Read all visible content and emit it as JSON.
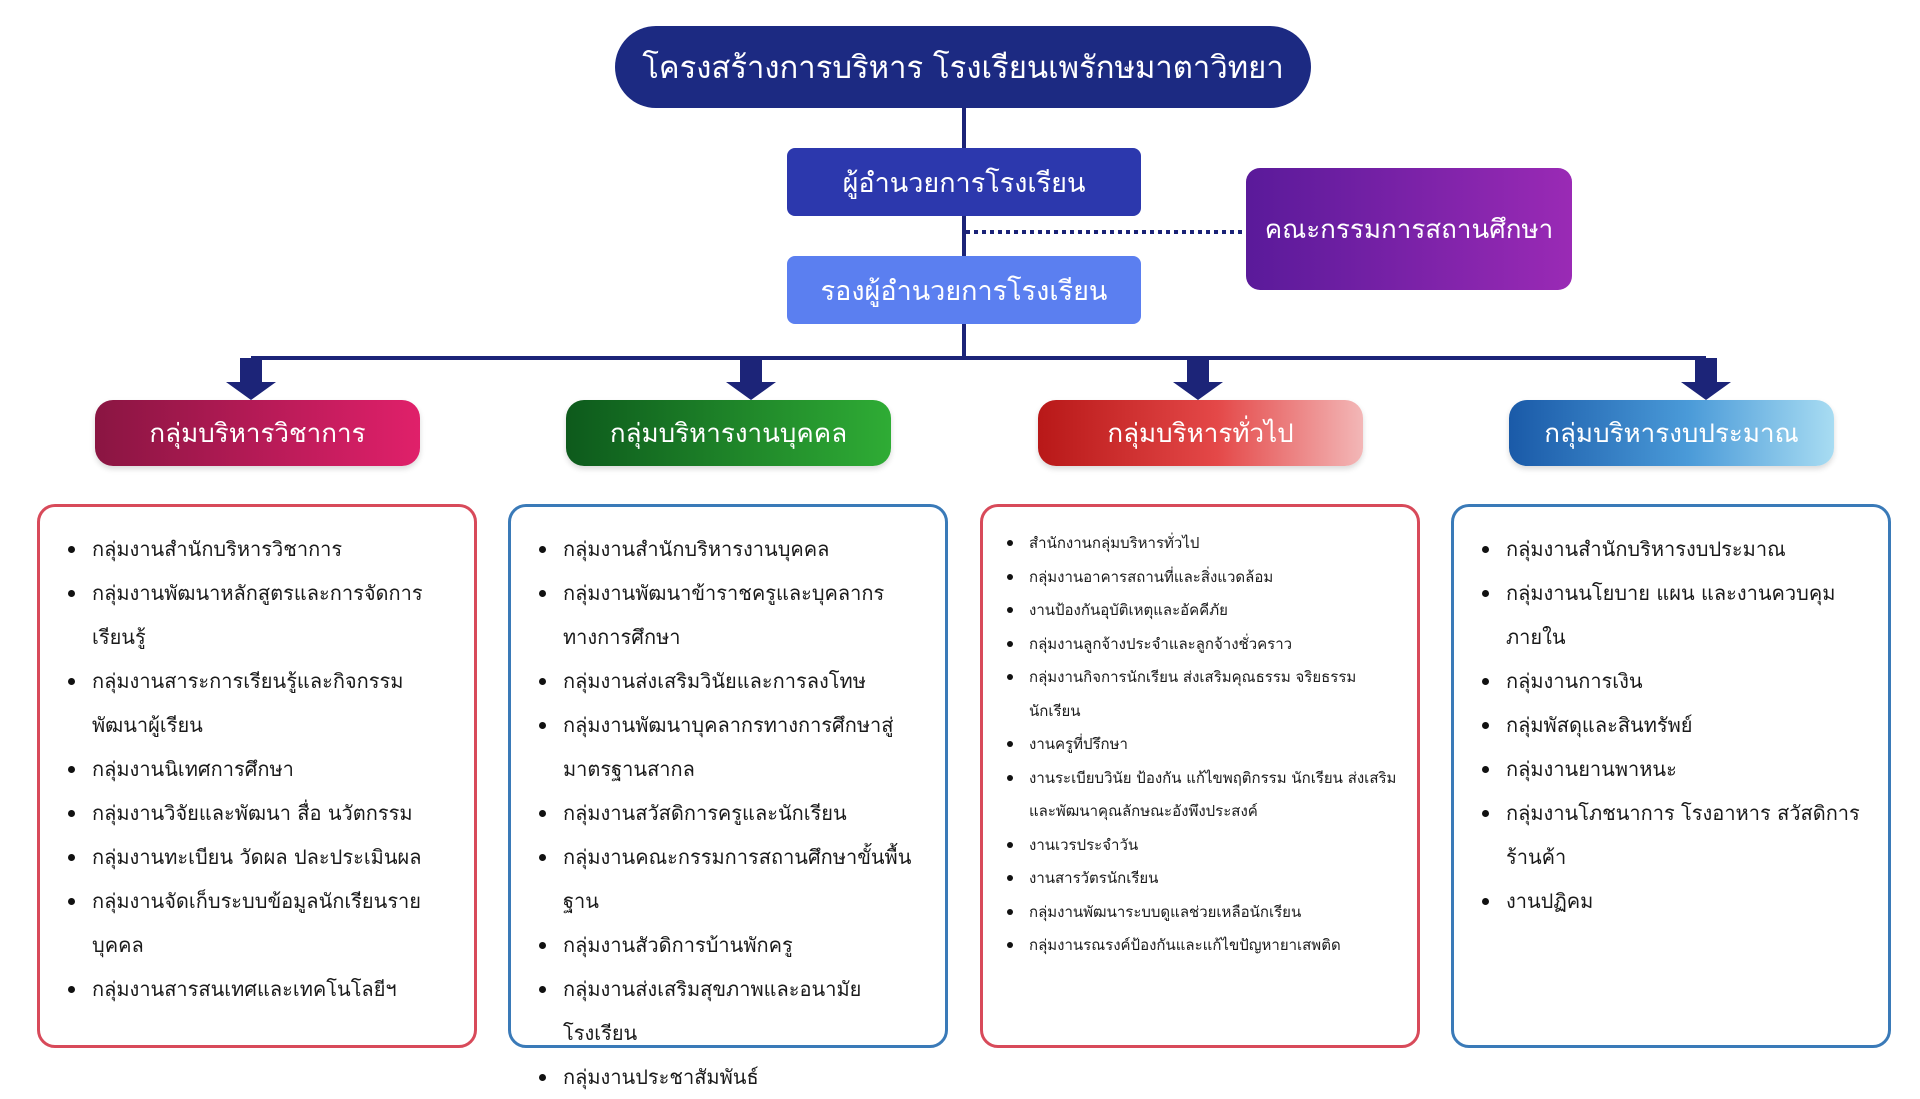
{
  "title": "โครงสร้างการบริหาร โรงเรียนเพรักษมาตาวิทยา",
  "director": "ผู้อำนวยการโรงเรียน",
  "deputy": "รองผู้อำนวยการโรงเรียน",
  "committee": "คณะกรรมการสถานศึกษา",
  "colors": {
    "title": "#1c2a82",
    "director": "#2c38ad",
    "deputy": "#5b7ff0",
    "committee": "#7a22a8",
    "connector": "#1c2478",
    "academic": "#c41c5c",
    "personnel": "#1f8a28",
    "general": "#d02a2a",
    "budget": "#2a78c4"
  },
  "groups": [
    {
      "label": "กลุ่มบริหารวิชาการ",
      "items": [
        "กลุ่มงานสำนักบริหารวิชาการ",
        "กลุ่มงานพัฒนาหลักสูตรและการจัดการเรียนรู้",
        "กลุ่มงานสาระการเรียนรู้และกิจกรรมพัฒนาผู้เรียน",
        "กลุ่มงานนิเทศการศึกษา",
        "กลุ่มงานวิจัยและพัฒนา สื่อ นวัตกรรม",
        "กลุ่มงานทะเบียน วัดผล ปละประเมินผล",
        "กลุ่มงานจัดเก็บระบบข้อมูลนักเรียนรายบุคคล",
        "กลุ่มงานสารสนเทศและเทคโนโลยีฯ"
      ]
    },
    {
      "label": "กลุ่มบริหารงานบุคคล",
      "items": [
        "กลุ่มงานสำนักบริหารงานบุคคล",
        "กลุ่มงานพัฒนาข้าราชครูและบุคลากรทางการศึกษา",
        "กลุ่มงานส่งเสริมวินัยและการลงโทษ",
        "กลุ่มงานพัฒนาบุคลากรทางการศึกษาสู่มาตรฐานสากล",
        "กลุ่มงานสวัสดิการครูและนักเรียน",
        "กลุ่มงานคณะกรรมการสถานศึกษาขั้นพื้นฐาน",
        "กลุ่มงานสัวดิการบ้านพักครู",
        "กลุ่มงานส่งเสริมสุขภาพและอนามัยโรงเรียน",
        "กลุ่มงานประชาสัมพันธ์"
      ]
    },
    {
      "label": "กลุ่มบริหารทั่วไป",
      "items": [
        "สำนักงานกลุ่มบริหารทั่วไป",
        "กลุ่มงานอาคารสถานที่และสิ่งแวดล้อม",
        "งานป้องกันอุบัติเหตุและอัคคีภัย",
        "กลุ่มงานลูกจ้างประจำและลูกจ้างชั่วคราว",
        "กลุ่มงานกิจการนักเรียน ส่งเสริมคุณธรรม  จริยธรรมนักเรียน",
        "งานครูที่ปรึกษา",
        "งานระเบียบวินัย ป้องกัน แก้ไขพฤติกรรม นักเรียน ส่งเสริมและพัฒนาคุณลักษณะอังพึงประสงค์",
        "งานเวรประจำวัน",
        "งานสารวัตรนักเรียน",
        "กลุ่มงานพัฒนาระบบดูแลช่วยเหลือนักเรียน",
        "กลุ่มงานรณรงค์ป้องกันและแก้ไขปัญหายาเสพติด"
      ]
    },
    {
      "label": "กลุ่มบริหารงบประมาณ",
      "items": [
        "กลุ่มงานสำนักบริหารงบประมาณ",
        "กลุ่มงานนโยบาย แผน และงานควบคุมภายใน",
        "กลุ่มงานการเงิน",
        "กลุ่มพัสดุและสินทรัพย์",
        "กลุ่มงานยานพาหนะ",
        "กลุ่มงานโภชนาการ โรงอาหาร สวัสดิการร้านค้า",
        "งานปฏิคม"
      ]
    }
  ]
}
